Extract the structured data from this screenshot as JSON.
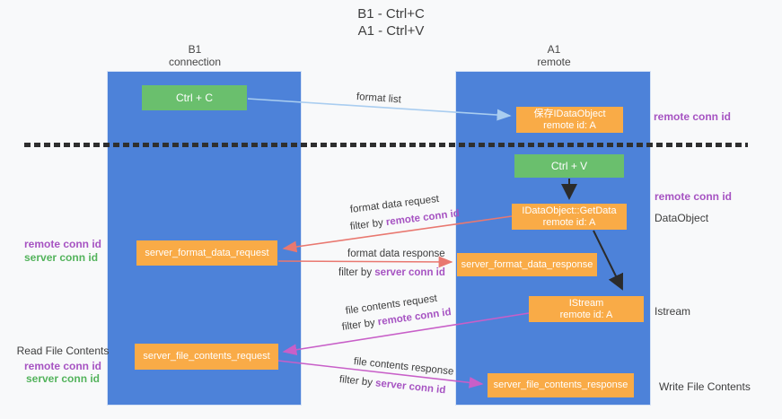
{
  "title": {
    "line1": "B1 - Ctrl+C",
    "line2": "A1 - Ctrl+V"
  },
  "columns": {
    "left": {
      "title": "B1",
      "subtitle": "connection"
    },
    "right": {
      "title": "A1",
      "subtitle": "remote"
    }
  },
  "nodes": {
    "ctrl_c": {
      "label": "Ctrl + C"
    },
    "save_idataobject": {
      "line1": "保存IDataObject",
      "line2": "remote id: A"
    },
    "ctrl_v": {
      "label": "Ctrl + V"
    },
    "getdata": {
      "line1": "IDataObject::GetData",
      "line2": "remote id: A"
    },
    "server_format_data_request": {
      "label": "server_format_data_request"
    },
    "server_format_data_response": {
      "label": "server_format_data_response"
    },
    "istream": {
      "line1": "IStream",
      "line2": "remote id: A"
    },
    "server_file_contents_request": {
      "label": "server_file_contents_request"
    },
    "server_file_contents_response": {
      "label": "server_file_contents_response"
    }
  },
  "arrow_labels": {
    "format_list": "format list",
    "format_data_request": "format data request",
    "format_data_response": "format data response",
    "file_contents_request": "file contents request",
    "file_contents_response": "file contents response",
    "filter_by": "filter by",
    "remote_conn_id": "remote conn id",
    "server_conn_id": "server conn id"
  },
  "side_labels": {
    "remote_conn_id": "remote conn id",
    "server_conn_id": "server conn id",
    "dataobject": "DataObject",
    "istream": "Istream",
    "read_file_contents": "Read File Contents",
    "write_file_contents": "Write File Contents"
  },
  "colors": {
    "column_blue": "#4d82d9",
    "node_green": "#6abf6d",
    "node_orange": "#f9ab47",
    "arrow_lightblue": "#a9cdf0",
    "arrow_salmon": "#e97870",
    "arrow_magenta": "#c85fc8",
    "text_purple": "#a653c2",
    "text_green": "#53b35c"
  }
}
